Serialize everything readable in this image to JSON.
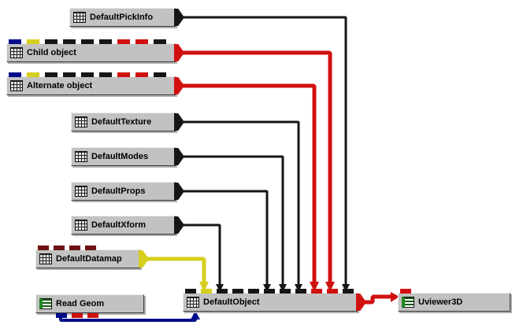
{
  "canvas": {
    "background": "#ffffff"
  },
  "colors": {
    "module_bg": "#c2c2c2",
    "wire_black": "#161616",
    "wire_red": "#d11010",
    "wire_yellow": "#d6cf1d",
    "wire_blue": "#000d8a",
    "port_maroon": "#6e1212",
    "icon_green": "#1f8a1f"
  },
  "modules": [
    {
      "label": "DefaultPickInfo",
      "out": "black"
    },
    {
      "label": "Child object",
      "out": "red",
      "top_ports": [
        "blue",
        "yellow",
        "black",
        "black",
        "black",
        "black",
        "red",
        "red",
        "black"
      ]
    },
    {
      "label": "Alternate object",
      "out": "red",
      "top_ports": [
        "blue",
        "yellow",
        "black",
        "black",
        "black",
        "black",
        "red",
        "red",
        "black"
      ]
    },
    {
      "label": "DefaultTexture",
      "out": "black"
    },
    {
      "label": "DefaultModes",
      "out": "black"
    },
    {
      "label": "DefaultProps",
      "out": "black"
    },
    {
      "label": "DefaultXform",
      "out": "black"
    },
    {
      "label": "DefaultDatamap",
      "out": "yellow",
      "top_ports": [
        "maroon",
        "maroon",
        "maroon",
        "maroon"
      ]
    },
    {
      "label": "Read Geom",
      "bottom_ports": [
        "blue",
        "red",
        "red"
      ]
    },
    {
      "label": "DefaultObject",
      "out": "red",
      "top_ports": [
        "black",
        "yellow",
        "black",
        "black",
        "black",
        "black",
        "black",
        "black",
        "red",
        "red",
        "black"
      ]
    },
    {
      "label": "Uviewer3D",
      "top_ports": [
        "red"
      ]
    }
  ]
}
